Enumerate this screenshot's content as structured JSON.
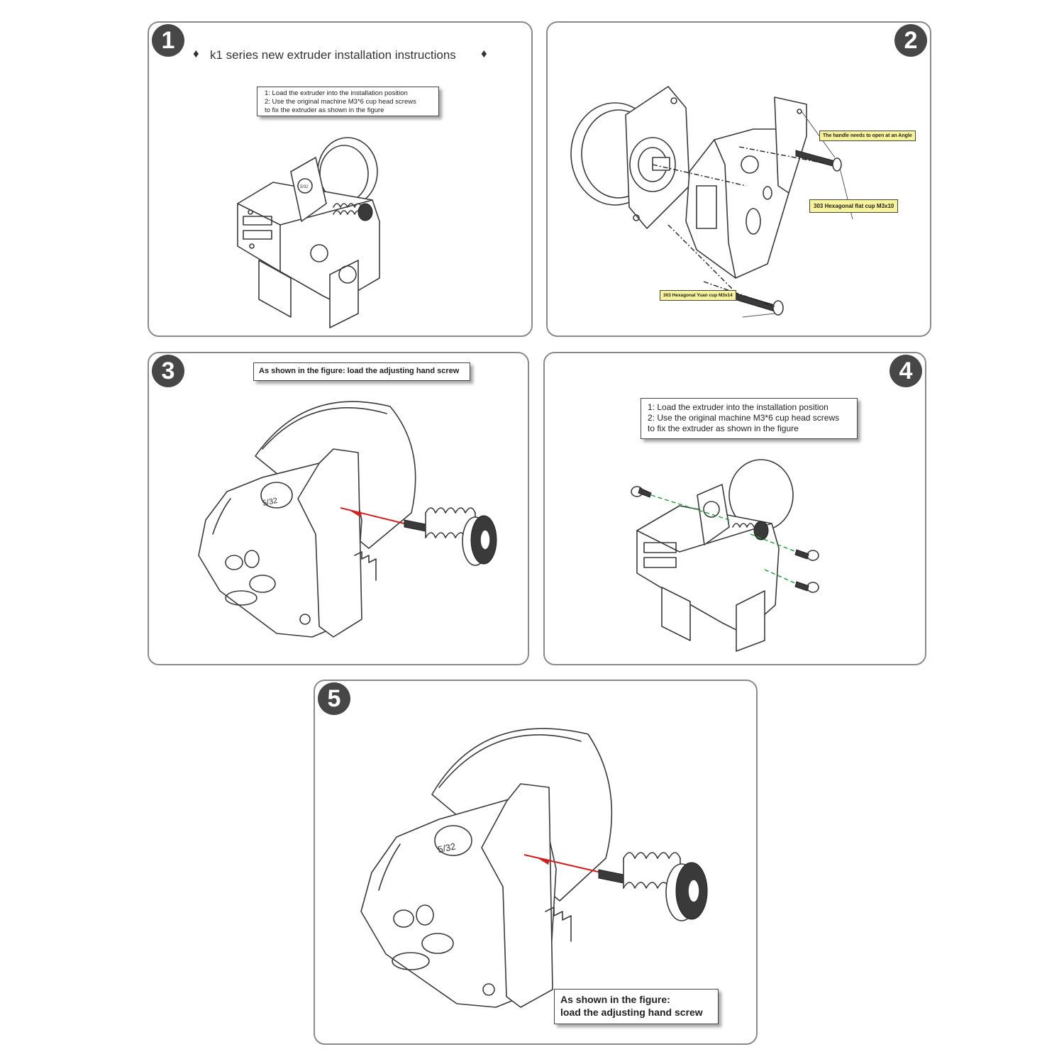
{
  "panels": [
    {
      "step": "1",
      "title_marker_left": "♦",
      "title": "k1 series new extruder installation instructions",
      "title_marker_right": "♦",
      "note_lines": [
        "1: Load the extruder into the installation position",
        "2: Use the original machine M3*6 cup head screws",
        "to fix the extruder as shown in the figure"
      ]
    },
    {
      "step": "2",
      "labels": {
        "handle": "The handle needs to open at an Angle",
        "flat_cup": "303 Hexagonal flat cup M3x10",
        "yuan_cup": "303 Hexagonal Yuan cup M3x14"
      }
    },
    {
      "step": "3",
      "note": "As shown in the figure: load the adjusting hand screw",
      "knob_marking": "5/32"
    },
    {
      "step": "4",
      "note_lines": [
        "1: Load the extruder into the installation position",
        "2: Use the original machine M3*6 cup head screws",
        "to fix the extruder as shown in the figure"
      ]
    },
    {
      "step": "5",
      "note_lines": [
        "As shown in the figure:",
        "load the adjusting hand screw"
      ],
      "knob_marking": "5/32"
    }
  ],
  "colors": {
    "badge": "#474747",
    "border": "#8a8a8a",
    "label_fill": "#f7f39b",
    "guide_red": "#d11f1f",
    "guide_green": "#1f9a3a"
  }
}
